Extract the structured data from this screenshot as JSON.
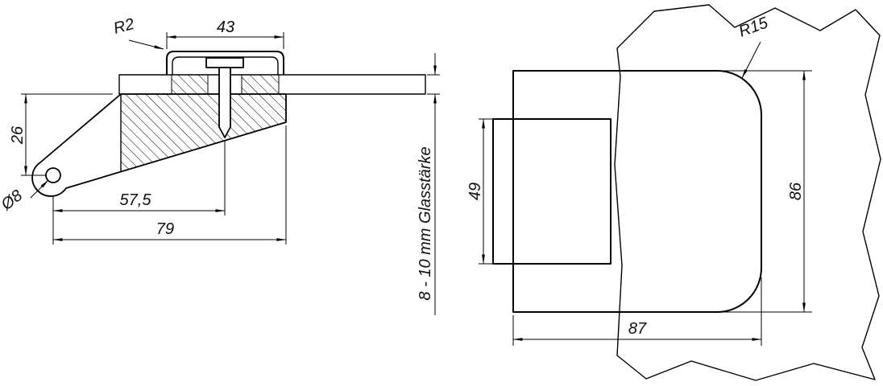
{
  "colors": {
    "glass": "#dbe6ee",
    "line": "#000000"
  },
  "left_view": {
    "labels": {
      "corner_radius": "R2",
      "cap_width": "43",
      "pivot_offset": "26",
      "hole_diameter": "Ø8",
      "screw_distance": "57,5",
      "total_length": "79",
      "glass_note": "8 - 10 mm Glasstärke"
    }
  },
  "right_view": {
    "labels": {
      "corner_radius": "R15",
      "notch_height": "49",
      "body_height": "86",
      "body_width": "87"
    }
  }
}
